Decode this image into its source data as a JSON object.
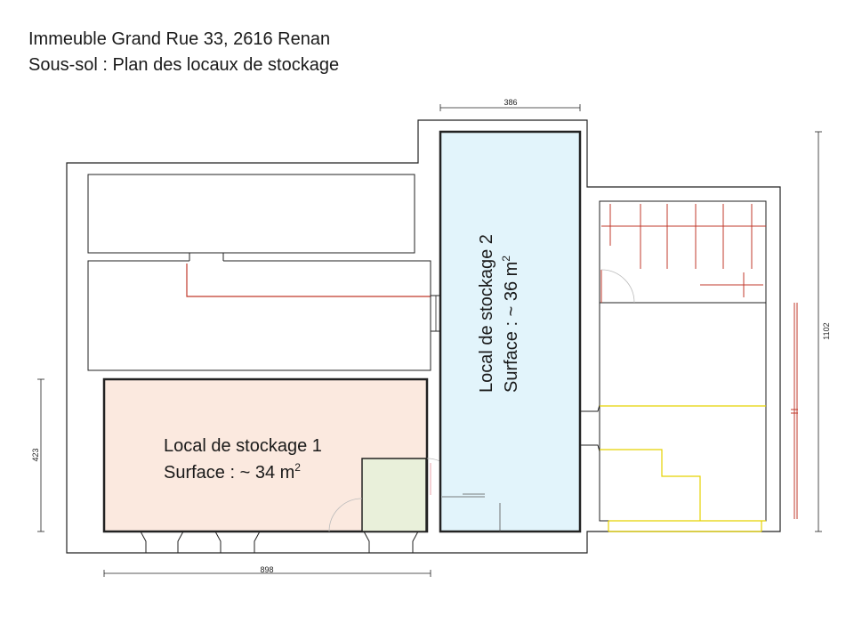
{
  "header": {
    "line1": "Immeuble Grand Rue 33, 2616 Renan",
    "line2": "Sous-sol : Plan des locaux de stockage"
  },
  "rooms": {
    "local1": {
      "name": "Local de stockage 1",
      "surface_prefix": "Surface : ~ 34 m",
      "surface_exp": "2",
      "fill": "#fbe9df"
    },
    "local2": {
      "name": "Local de stockage 2",
      "surface_prefix": "Surface : ~ 36 m",
      "surface_exp": "2",
      "fill": "#e2f4fb"
    },
    "small_room_fill": "#e9f0da"
  },
  "dimensions": {
    "top": "386",
    "right": "1102",
    "left": "423",
    "bottom": "898"
  },
  "colors": {
    "wall": "#222222",
    "red_line": "#c0392b",
    "yellow_line": "#e5d200",
    "pink_line": "#e8a0a8"
  }
}
